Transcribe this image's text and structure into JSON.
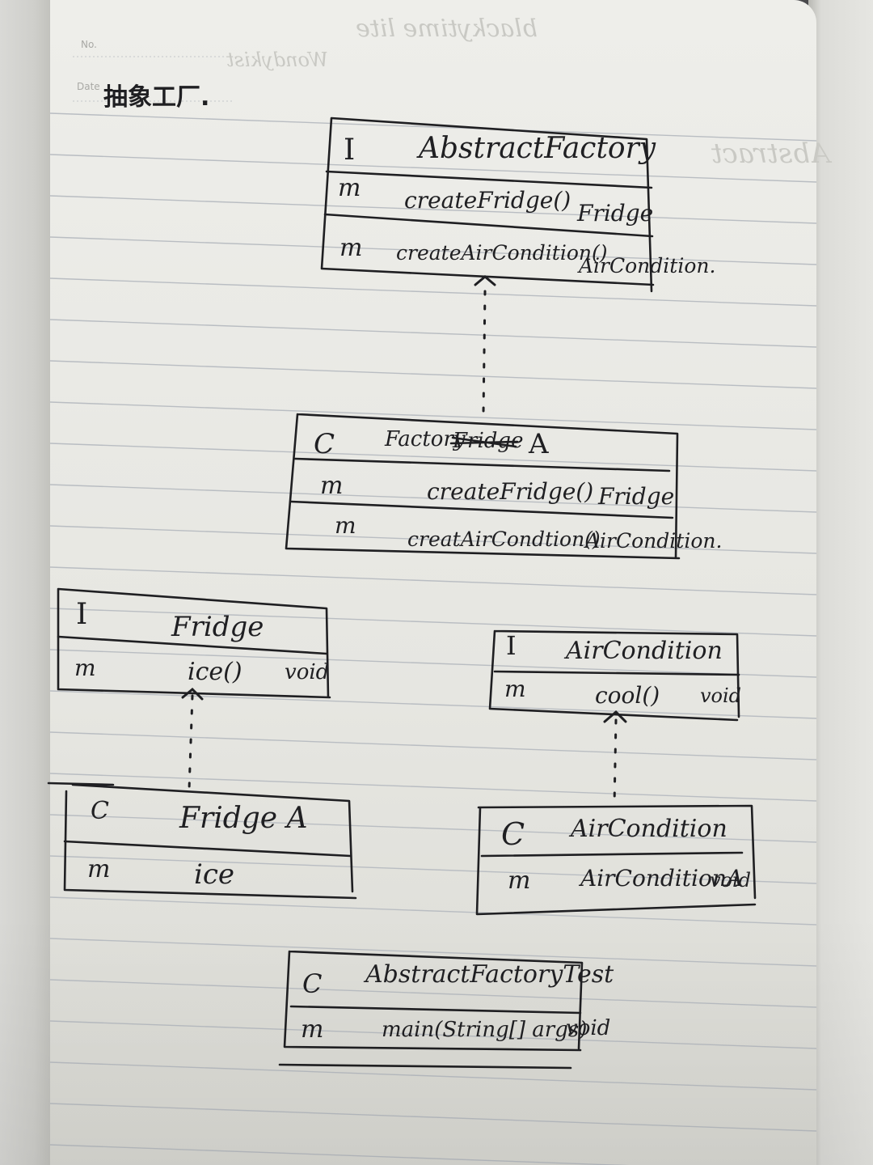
{
  "page": {
    "header_no_label": "No.",
    "header_date_label": "Date",
    "title": "抽象工厂."
  },
  "diagram": {
    "abstract_factory": {
      "kind": "I",
      "name": "AbstractFactory",
      "methods": [
        {
          "marker": "m",
          "name": "createFridge()",
          "returns": "Fridge"
        },
        {
          "marker": "m",
          "name": "createAirCondition()",
          "returns": "AirCondition."
        }
      ]
    },
    "factory_a": {
      "kind": "C",
      "name": "Factory",
      "struck": "Fridge",
      "suffix": "A",
      "methods": [
        {
          "marker": "m",
          "name": "createFridge()",
          "returns": "Fridge"
        },
        {
          "marker": "m",
          "name": "creatAirCondtion()",
          "returns": "AirCondition."
        }
      ]
    },
    "fridge": {
      "kind": "I",
      "name": "Fridge",
      "methods": [
        {
          "marker": "m",
          "name": "ice()",
          "returns": "void"
        }
      ]
    },
    "air_condition": {
      "kind": "I",
      "name": "AirCondition",
      "methods": [
        {
          "marker": "m",
          "name": "cool()",
          "returns": "void"
        }
      ]
    },
    "fridge_a": {
      "kind": "C",
      "name": "Fridge A",
      "methods": [
        {
          "marker": "m",
          "name": "ice",
          "returns": ""
        }
      ]
    },
    "air_condition_a": {
      "kind": "C",
      "name": "AirCondition",
      "methods": [
        {
          "marker": "m",
          "name": "AirConditionA",
          "returns": "void"
        }
      ]
    },
    "abstract_factory_test": {
      "kind": "C",
      "name": "AbstractFactoryTest",
      "methods": [
        {
          "marker": "m",
          "name": "main(String[] args)",
          "returns": "void"
        }
      ]
    }
  },
  "colors": {
    "ink": "#1f1f22",
    "paper": "#ebebe7",
    "rule_line": "#b9bdc2"
  }
}
